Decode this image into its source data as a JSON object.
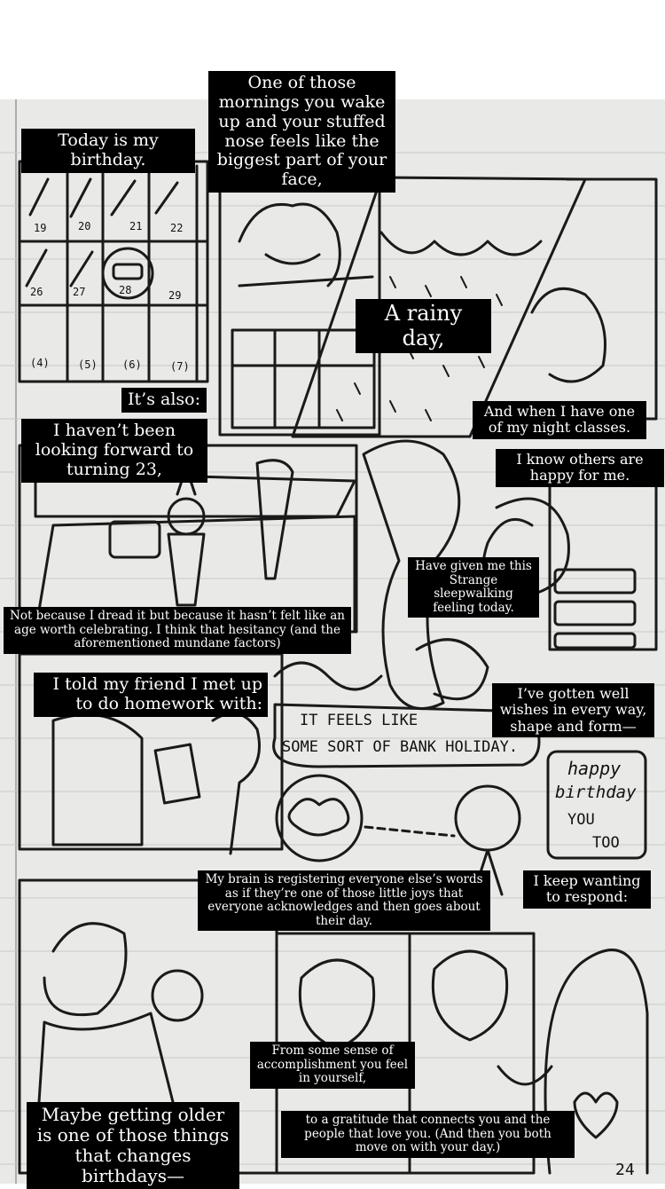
{
  "captions": {
    "birthday": "Today is my birthday.",
    "mornings": "One of those mornings you wake up and your stuffed nose feels like the biggest part of your face,",
    "rainy": "A rainy day,",
    "also": "It’s also:",
    "night_classes": "And when I have one of my night classes.",
    "not_looking": "I haven’t been looking forward to turning 23,",
    "others_happy": "I know others are happy for me.",
    "strange": "Have given me this Strange sleepwalking feeling today.",
    "dread": "Not because I dread it but because it hasn’t felt like an age worth celebrating. I think that hesitancy (and the aforementioned mundane factors)",
    "told_friend": "I told my friend I met up to do homework with:",
    "well_wishes": "I’ve gotten well wishes in every way, shape and form—",
    "brain": "My brain is registering everyone else’s words as if they’re one of those little joys that everyone acknowledges and then goes about their day.",
    "keep_wanting": "I keep wanting to respond:",
    "accomplishment": "From some sense of accomplishment you feel in yourself,",
    "maybe_older": "Maybe getting older is one of those things that changes birthdays—",
    "gratitude": "to a gratitude that connects you and the people that love you. (And then you both move on with your day.)"
  },
  "handwriting": {
    "bank_holiday_1": "IT FEELS LIKE",
    "bank_holiday_2": "SOME SORT OF BANK HOLIDAY.",
    "card_1": "happy",
    "card_2": "birthday",
    "card_3": "YOU",
    "card_4": "TOO",
    "page_number": "24",
    "calendar": [
      "19",
      "20",
      "21",
      "22",
      "26",
      "27",
      "28",
      "29",
      "(4)",
      "(5)",
      "(6)",
      "(7)"
    ]
  }
}
